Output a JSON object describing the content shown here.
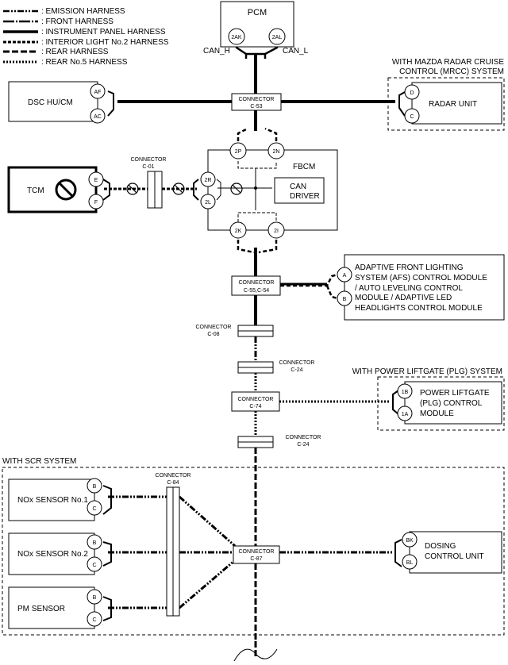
{
  "legend": {
    "emission": ": EMISSION HARNESS",
    "front": ": FRONT HARNESS",
    "instrument": ": INSTRUMENT PANEL HARNESS",
    "interior": ": INTERIOR LIGHT No.2 HARNESS",
    "rear": ": REAR HARNESS",
    "rear5": ": REAR No.5 HARNESS"
  },
  "pcm": {
    "label": "PCM",
    "pin_h": "2AK",
    "pin_l": "2AL",
    "can_h": "CAN_H",
    "can_l": "CAN_L"
  },
  "dsc": {
    "label": "DSC HU/CM",
    "pin1": "AF",
    "pin2": "AC"
  },
  "radar": {
    "label": "RADAR UNIT",
    "pin1": "D",
    "pin2": "C",
    "group_line1": "WITH MAZDA RADAR CRUISE",
    "group_line2": "CONTROL (MRCC) SYSTEM"
  },
  "c53": {
    "title": "CONNECTOR",
    "id": "C-53"
  },
  "fbcm": {
    "label": "FBCM",
    "can1": "CAN",
    "can2": "DRIVER",
    "p2p": "2P",
    "p2n": "2N",
    "p2r": "2R",
    "p2l": "2L",
    "p2k": "2K",
    "p2i": "2I"
  },
  "tcm": {
    "label": "TCM",
    "pin1": "E",
    "pin2": "F"
  },
  "c01": {
    "title": "CONNECTOR",
    "id": "C-01"
  },
  "c55": {
    "title": "CONNECTOR",
    "id": "C-55,C-54"
  },
  "afs": {
    "pin1": "A",
    "pin2": "B",
    "line1": "ADAPTIVE FRONT LIGHTING",
    "line2": "SYSTEM (AFS) CONTROL MODULE",
    "line3": "/ AUTO LEVELING CONTROL",
    "line4": "MODULE / ADAPTIVE LED",
    "line5": "HEADLIGHTS CONTROL MODULE"
  },
  "c08": {
    "title": "CONNECTOR",
    "id": "C-08"
  },
  "c24a": {
    "title": "CONNECTOR",
    "id": "C-24"
  },
  "plg": {
    "group": "WITH POWER LIFTGATE (PLG) SYSTEM",
    "pin1": "1B",
    "pin2": "1A",
    "line1": "POWER LIFTGATE",
    "line2": "(PLG) CONTROL",
    "line3": "MODULE"
  },
  "c74": {
    "title": "CONNECTOR",
    "id": "C-74"
  },
  "c24b": {
    "title": "CONNECTOR",
    "id": "C-24"
  },
  "scr": {
    "group": "WITH SCR SYSTEM"
  },
  "c84": {
    "title": "CONNECTOR",
    "id": "C-84"
  },
  "c87": {
    "title": "CONNECTOR",
    "id": "C-87"
  },
  "nox1": {
    "label": "NOx SENSOR No.1",
    "pin1": "B",
    "pin2": "C"
  },
  "nox2": {
    "label": "NOx SENSOR No.2",
    "pin1": "B",
    "pin2": "C"
  },
  "pm": {
    "label": "PM SENSOR",
    "pin1": "B",
    "pin2": "C"
  },
  "dosing": {
    "pin1": "BK",
    "pin2": "BL",
    "line1": "DOSING",
    "line2": "CONTROL UNIT"
  }
}
